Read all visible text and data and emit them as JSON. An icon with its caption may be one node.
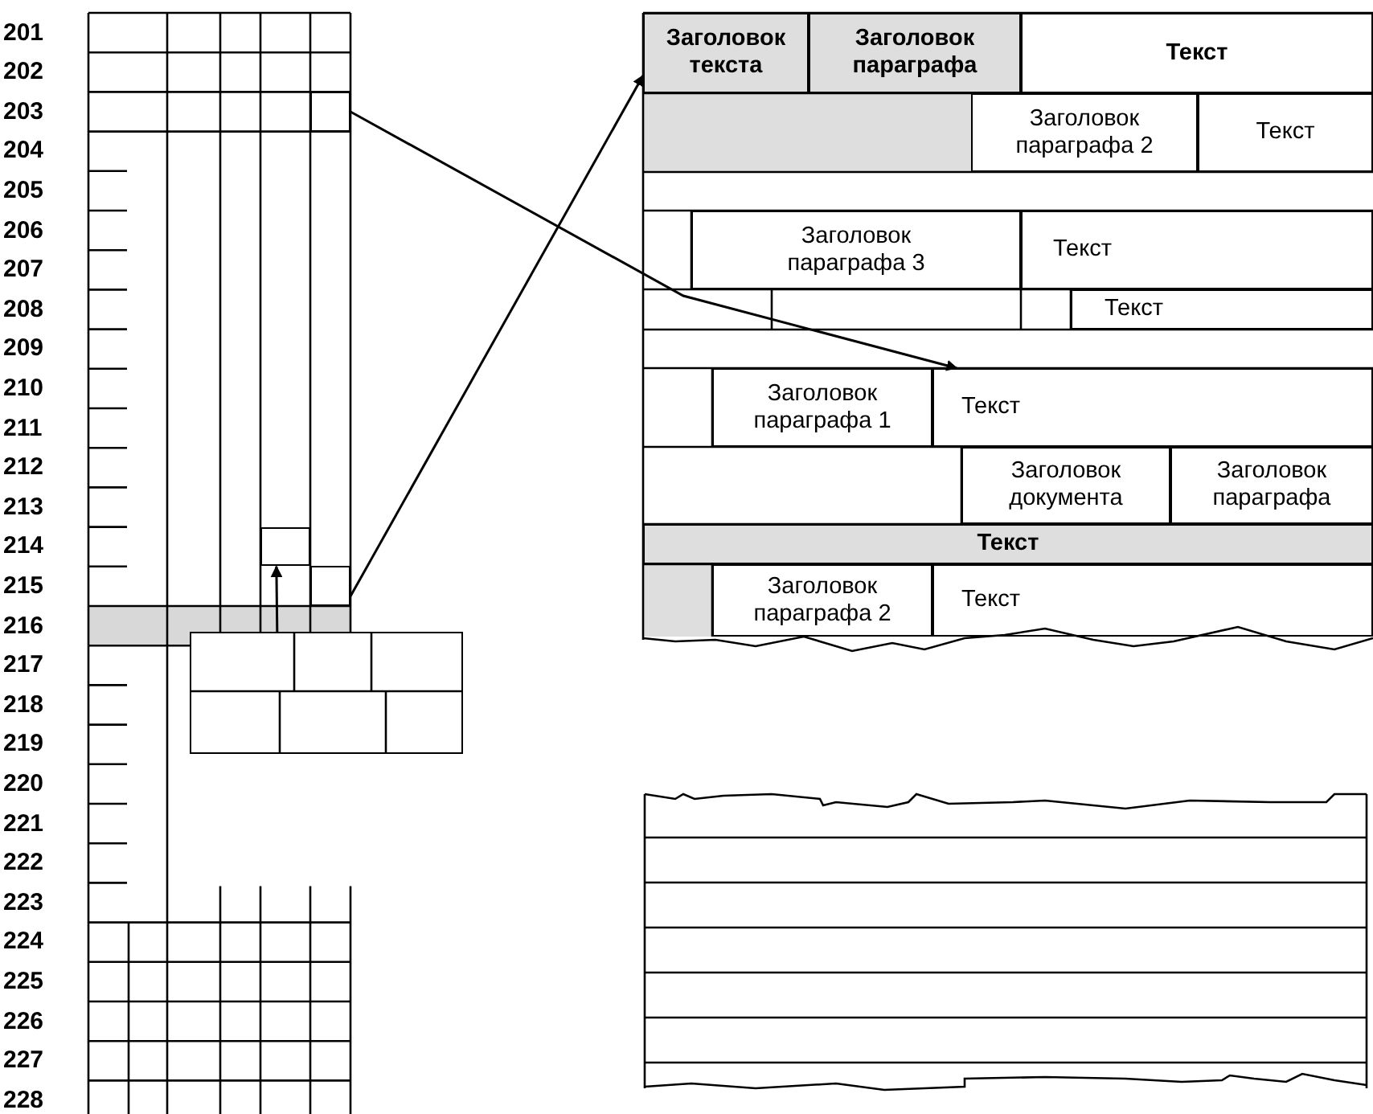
{
  "diagram": {
    "nodes": [
      {
        "text": [
          "Заголовок текста"
        ]
      },
      {
        "text": [
          "Заголовок параграфа"
        ]
      },
      {
        "text": [
          "Текст"
        ]
      },
      {
        "text": [
          "Заголовок параграфа 2"
        ]
      },
      {
        "text": [
          "Текст"
        ]
      },
      {
        "text": [
          "Заголовок параграфа 3"
        ]
      },
      {
        "text": [
          "Текст"
        ]
      },
      {
        "text": [
          "Текст"
        ]
      },
      {
        "text": [
          "Заголовок параграфа 1"
        ]
      },
      {
        "text": [
          "Текст"
        ]
      },
      {
        "text": [
          "Заголовок документа"
        ]
      },
      {
        "text": [
          "Заголовок параграфа"
        ]
      },
      {
        "text": [
          "Текст"
        ]
      },
      {
        "text": [
          "Заголовок параграфа 2"
        ]
      },
      {
        "text": [
          "Текст"
        ]
      },
      {
        "text": [],
        "shape": "box"
      },
      {
        "text": [],
        "shape": "box"
      },
      {
        "text": [],
        "shape": "box"
      },
      {
        "text": [],
        "shape": "box"
      }
    ],
    "edges": [
      {
        "from": 15,
        "to": 9,
        "arrow": "to"
      },
      {
        "from": 16,
        "to": 0,
        "arrow": "to"
      },
      {
        "from": 17,
        "to": 18,
        "arrow": "to"
      }
    ],
    "labels": [
      "201",
      "202",
      "203",
      "204",
      "205",
      "206",
      "207",
      "208",
      "209",
      "210",
      "211",
      "212",
      "213",
      "214",
      "215",
      "216",
      "217",
      "218",
      "219",
      "220",
      "221",
      "222",
      "223",
      "224",
      "225",
      "226",
      "227",
      "228"
    ]
  }
}
